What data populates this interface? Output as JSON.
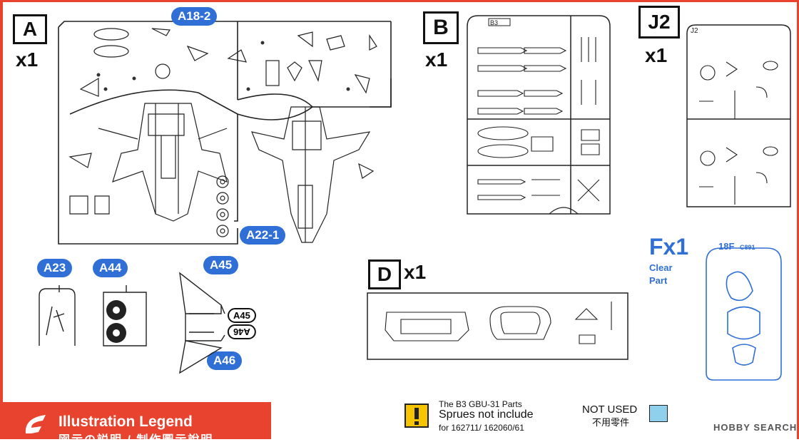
{
  "sprues": {
    "a": {
      "label": "A",
      "qty": "x1"
    },
    "b": {
      "label": "B",
      "qty": "x1",
      "tag": "B3"
    },
    "j2": {
      "label": "J2",
      "qty": "x1",
      "tag": "J2"
    },
    "d": {
      "label": "D",
      "qty": "x1"
    },
    "f": {
      "label": "Fx1",
      "note_line1": "Clear",
      "note_line2": "Part",
      "tag_bold": "18F",
      "tag_small": "C891"
    }
  },
  "callouts": {
    "a18_2": "A18-2",
    "a22_1": "A22-1",
    "a23": "A23",
    "a44": "A44",
    "a45": "A45",
    "a46": "A46",
    "a45_oval": "A45",
    "a46_oval": "A46"
  },
  "notes": {
    "b3_line1": "The B3 GBU-31 Parts",
    "b3_line2": "Sprues not include",
    "b3_line3": "for 162711/ 162060/61",
    "not_used_en": "NOT USED",
    "not_used_cn": "不用零件"
  },
  "legend": {
    "title": "Illustration Legend",
    "subtitle": "図示の説明 / 制作圖示說明"
  },
  "watermark": "HOBBY SEARCH",
  "colors": {
    "accent": "#e8432f",
    "callout": "#2f6fd6",
    "not_used_swatch": "#8fd0ec"
  }
}
